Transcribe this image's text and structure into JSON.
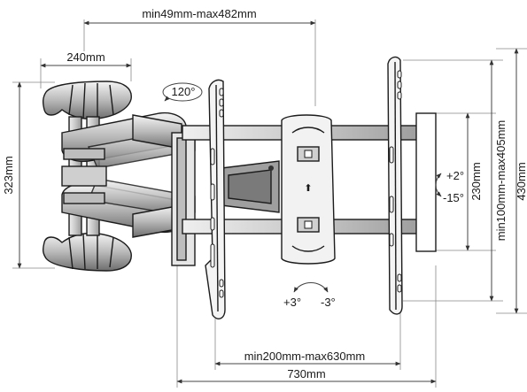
{
  "dimensions": {
    "top_span": "min49mm-max482mm",
    "arm_width": "240mm",
    "wall_plate_height": "323mm",
    "rotation": "120°",
    "tilt_up": "+2°",
    "tilt_down": "-15°",
    "vesa_vertical": "230mm",
    "vesa_vertical_range": "min100mm-max405mm",
    "overall_height": "430mm",
    "swivel_plus": "+3°",
    "swivel_minus": "-3°",
    "vesa_horizontal_range": "min200mm-max630mm",
    "overall_width": "730mm"
  },
  "colors": {
    "line": "#1c1c1c",
    "part_fill": "#dcdcdc",
    "part_dark": "#8a8a8a",
    "part_light": "#f2f2f2"
  }
}
